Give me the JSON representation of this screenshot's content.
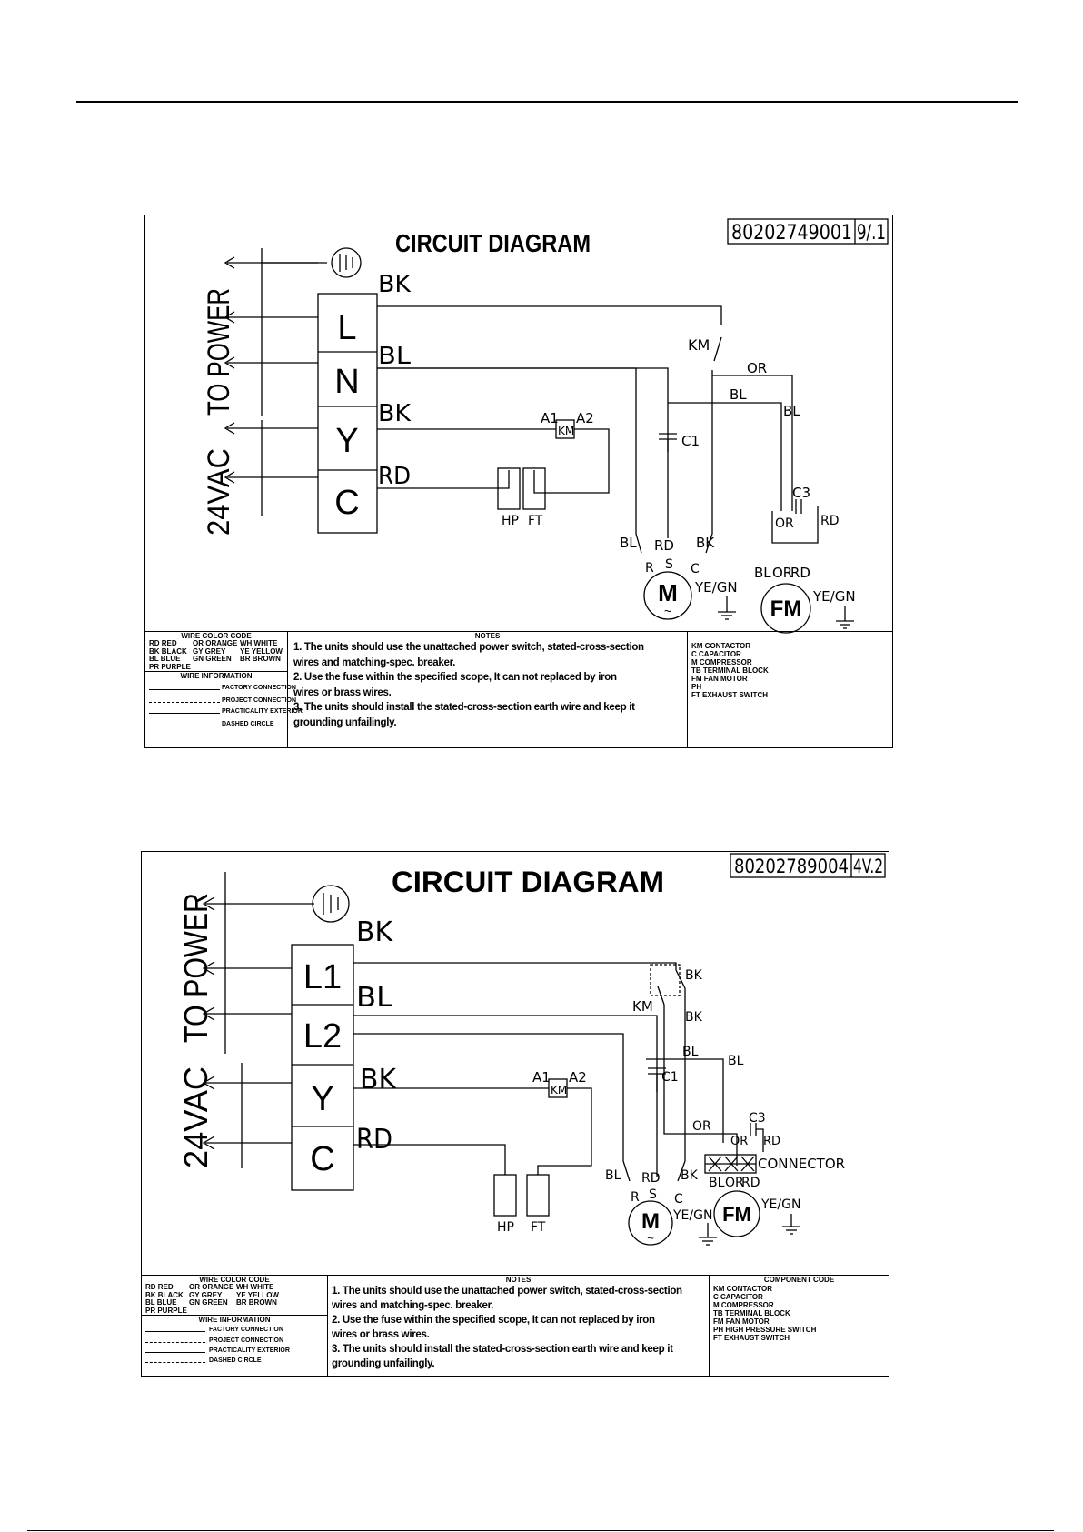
{
  "d1": {
    "title": "CIRCUIT DIAGRAM",
    "code": "80202749001",
    "version": "9/.1",
    "side_power": "TO POWER",
    "side_vac": "24VAC",
    "terminals": [
      "L",
      "N",
      "Y",
      "C"
    ],
    "wires": {
      "bk": "BK",
      "bl": "BL",
      "bk2": "BK",
      "rd": "RD"
    },
    "labels": {
      "km_switch": "KM",
      "or": "OR",
      "bl_a": "BL",
      "bl_b": "BL",
      "a1": "A1",
      "km_coil": "KM",
      "a2": "A2",
      "c1": "C1",
      "c3": "C3",
      "or_c3": "OR",
      "rd_c3": "RD",
      "hp": "HP",
      "ft": "FT",
      "m_bl": "BL",
      "m_rd": "RD",
      "m_bk": "BK",
      "m_r": "R",
      "m_s": "S",
      "m_c": "C",
      "m_ye": "YE/GN",
      "motor": "M",
      "motor_tilde": "~",
      "fm_bl": "BL",
      "fm_or": "OR",
      "fm_rd": "RD",
      "fm": "FM",
      "fm_ye": "YE/GN"
    },
    "table": {
      "wire_color_header": "WIRE COLOR CODE",
      "colors": [
        "RD RED",
        "OR ORANGE",
        "WH WHITE",
        "BK BLACK",
        "GY GREY",
        "YE YELLOW",
        "BL BLUE",
        "GN GREEN",
        "BR BROWN",
        "PR PURPLE",
        "",
        ""
      ],
      "wire_info_header": "WIRE INFORMATION",
      "legend": [
        "FACTORY CONNECTION",
        "PROJECT CONNECTION",
        "PRACTICALITY EXTERIOR",
        "DASHED CIRCLE"
      ],
      "notes_header": "NOTES",
      "notes": [
        "1. The units should use the unattached power switch, stated-cross-section",
        "wires and matching-spec. breaker.",
        "2. Use the fuse within the specified scope, It can not replaced by iron",
        "wires or brass wires.",
        "3. The units should install the stated-cross-section earth wire and keep it",
        "grounding unfailingly."
      ],
      "component_header": "",
      "components": [
        "KM CONTACTOR",
        "C CAPACITOR",
        "M COMPRESSOR",
        "TB TERMINAL BLOCK",
        "FM FAN MOTOR",
        "PH",
        "FT EXHAUST SWITCH"
      ]
    }
  },
  "d2": {
    "title": "CIRCUIT DIAGRAM",
    "code": "80202789004",
    "version": "4V.2",
    "side_power": "TO POWER",
    "side_vac": "24VAC",
    "terminals": [
      "L1",
      "L2",
      "Y",
      "C"
    ],
    "wires": {
      "bk": "BK",
      "bl": "BL",
      "bk2": "BK",
      "rd": "RD"
    },
    "labels": {
      "bk_top": "BK",
      "km_switch": "KM",
      "bk_bot": "BK",
      "bl_a": "BL",
      "bl_b": "BL",
      "or": "OR",
      "a1": "A1",
      "km_coil": "KM",
      "a2": "A2",
      "c1": "C1",
      "c3": "C3",
      "or_c3": "OR",
      "rd_c3": "RD",
      "connector": "CONNECTOR",
      "hp": "HP",
      "ft": "FT",
      "m_bl": "BL",
      "m_rd": "RD",
      "m_bk": "BK",
      "m_r": "R",
      "m_s": "S",
      "m_c": "C",
      "m_ye": "YE/GN",
      "motor": "M",
      "motor_tilde": "~",
      "fm_bl": "BL",
      "fm_or": "OR",
      "fm_rd": "RD",
      "fm": "FM",
      "fm_ye": "YE/GN"
    },
    "table": {
      "wire_color_header": "WIRE COLOR CODE",
      "colors": [
        "RD RED",
        "OR ORANGE",
        "WH WHITE",
        "BK BLACK",
        "GY GREY",
        "YE YELLOW",
        "BL BLUE",
        "GN GREEN",
        "BR BROWN",
        "PR PURPLE",
        "",
        ""
      ],
      "wire_info_header": "WIRE INFORMATION",
      "legend": [
        "FACTORY CONNECTION",
        "PROJECT CONNECTION",
        "PRACTICALITY EXTERIOR",
        "DASHED CIRCLE"
      ],
      "notes_header": "NOTES",
      "notes": [
        "1. The units should use the unattached power switch, stated-cross-section",
        "wires and matching-spec. breaker.",
        "2. Use the fuse within the specified scope, It can not replaced by iron",
        "wires or brass wires.",
        "3. The units should install the stated-cross-section earth wire and keep it",
        "grounding unfailingly."
      ],
      "component_header": "COMPONENT CODE",
      "components": [
        "KM CONTACTOR",
        "C CAPACITOR",
        "M COMPRESSOR",
        "TB TERMINAL BLOCK",
        "FM FAN MOTOR",
        "PH HIGH PRESSURE SWITCH",
        "FT EXHAUST SWITCH"
      ]
    }
  }
}
